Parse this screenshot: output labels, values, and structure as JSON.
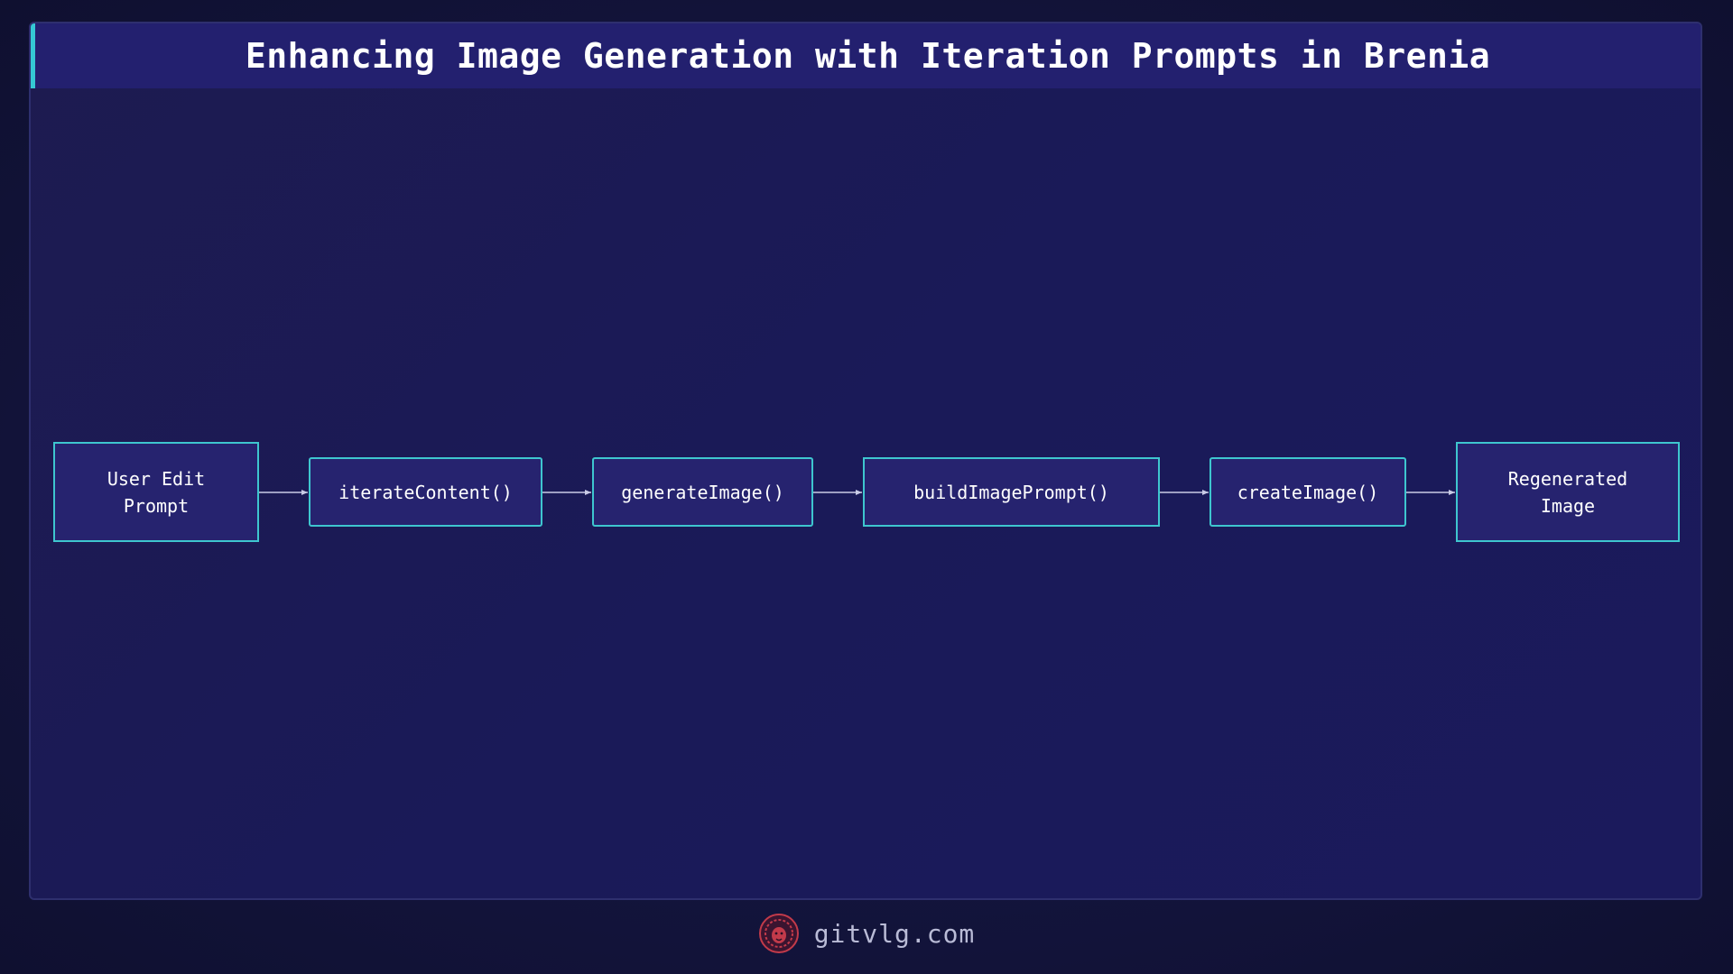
{
  "title": "Enhancing Image Generation with Iteration Prompts in Brenia",
  "colors": {
    "node_border": "#3ec6cf",
    "node_fill": "#26236f",
    "title_bar": "#23206f",
    "accent": "#35c8d4",
    "edge": "#c9cbe6",
    "logo": "#c23a4a"
  },
  "nodes": [
    {
      "id": "user-edit-prompt",
      "label": "User Edit\nPrompt"
    },
    {
      "id": "iterate-content",
      "label": "iterateContent()"
    },
    {
      "id": "generate-image",
      "label": "generateImage()"
    },
    {
      "id": "build-image-prompt",
      "label": "buildImagePrompt()"
    },
    {
      "id": "create-image",
      "label": "createImage()"
    },
    {
      "id": "regenerated-image",
      "label": "Regenerated\nImage"
    }
  ],
  "edges": [
    {
      "from": "user-edit-prompt",
      "to": "iterate-content"
    },
    {
      "from": "iterate-content",
      "to": "generate-image"
    },
    {
      "from": "generate-image",
      "to": "build-image-prompt"
    },
    {
      "from": "build-image-prompt",
      "to": "create-image"
    },
    {
      "from": "create-image",
      "to": "regenerated-image"
    }
  ],
  "footer": {
    "logo_icon": "lion-icon",
    "site": "gitvlg.com"
  }
}
